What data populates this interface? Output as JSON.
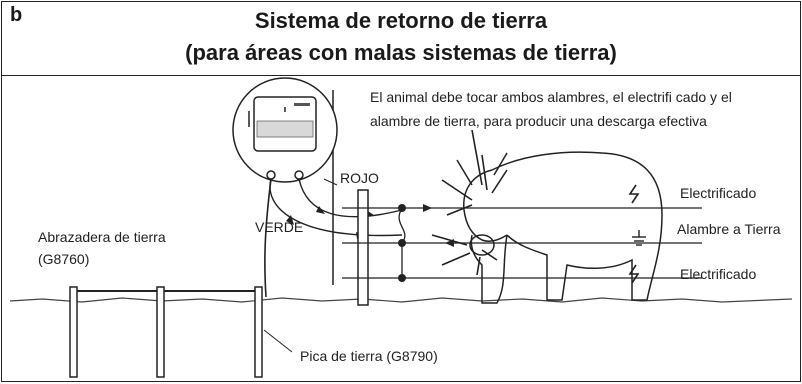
{
  "panel_label": "b",
  "title_line1": "Sistema de retorno de tierra",
  "title_line2": "(para áreas con malas sistemas de tierra)",
  "note_line1": "El animal debe tocar ambos alambres, el electrifi cado y el",
  "note_line2": "alambre de tierra, para producir una descarga efectiva",
  "labels": {
    "rojo": "ROJO",
    "verde": "VERDE",
    "clamp_line1": "Abrazadera de tierra",
    "clamp_line2": "(G8760)",
    "ground_rod": "Pica de tierra (G8790)"
  },
  "legend": [
    {
      "label": "Electrificado",
      "icon": "lightning-icon"
    },
    {
      "label": "Alambre a Tierra",
      "icon": "ground-icon"
    },
    {
      "label": "Electrificado",
      "icon": "lightning-icon"
    }
  ]
}
